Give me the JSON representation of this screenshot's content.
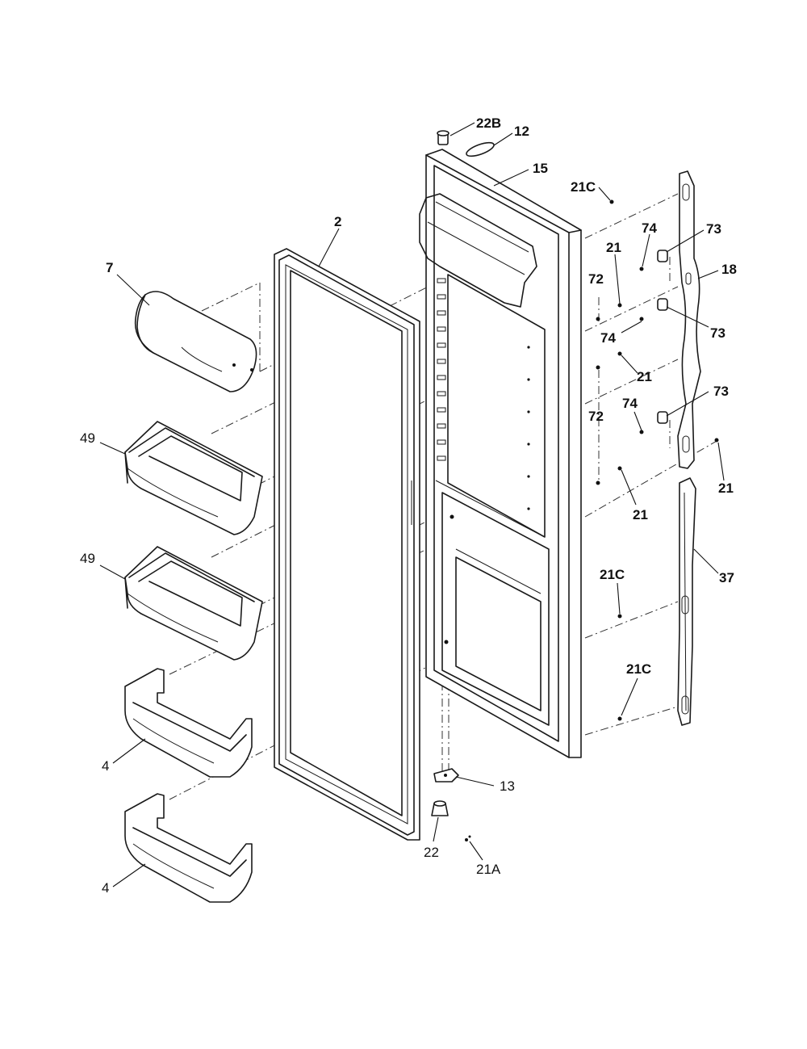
{
  "diagram": {
    "type": "exploded-parts-diagram",
    "labels": {
      "p22b": "22B",
      "p12": "12",
      "p15": "15",
      "p21c_top": "21C",
      "p2": "2",
      "p74_a": "74",
      "p73_a": "73",
      "p7": "7",
      "p21_a": "21",
      "p18": "18",
      "p72_a": "72",
      "p74_b": "74",
      "p73_b": "73",
      "p21_b": "21",
      "p73_c": "73",
      "p49_a": "49",
      "p74_c": "74",
      "p72_b": "72",
      "p21_c": "21",
      "p21_d": "21",
      "p49_b": "49",
      "p37": "37",
      "p21c_mid": "21C",
      "p21c_bot": "21C",
      "p4_a": "4",
      "p13": "13",
      "p22": "22",
      "p21a": "21A",
      "p4_b": "4"
    }
  }
}
